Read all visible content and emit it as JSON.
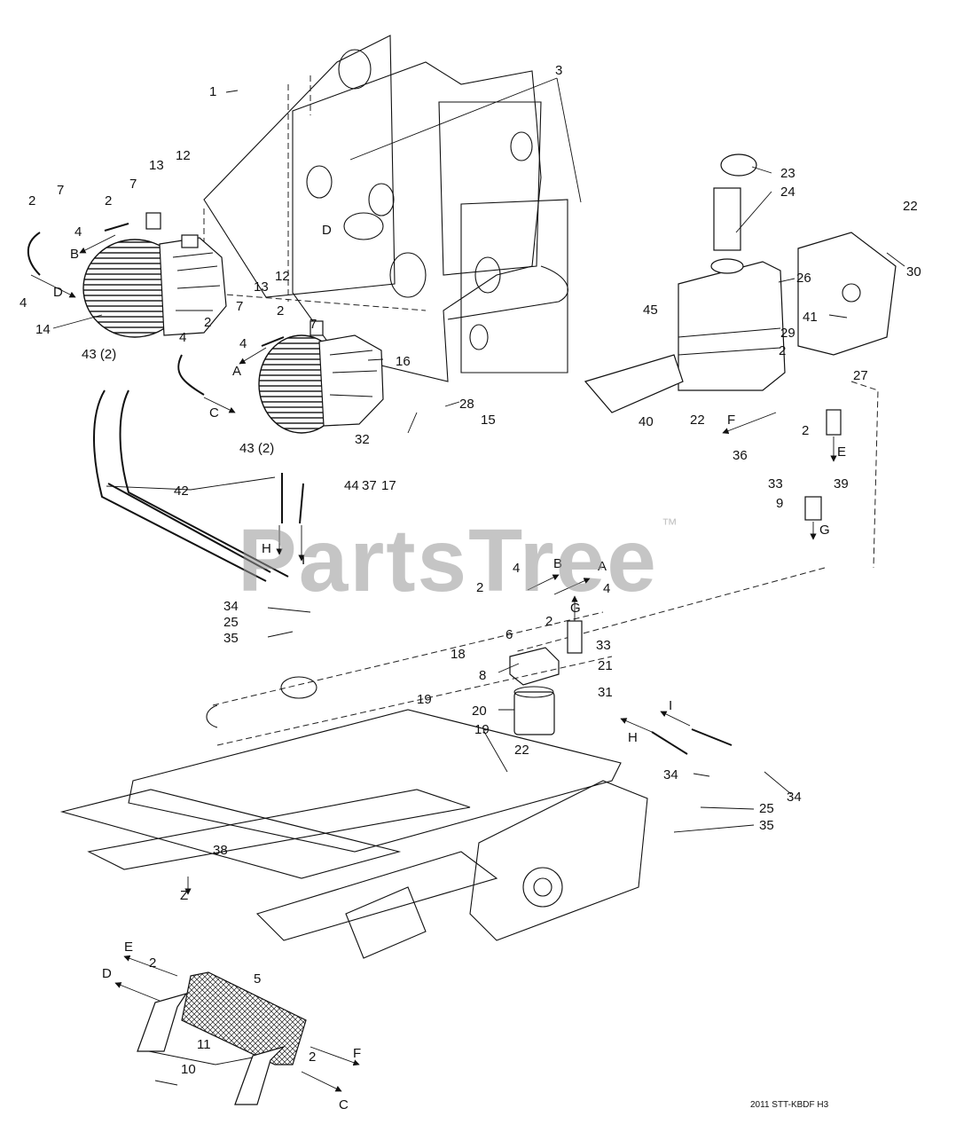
{
  "diagram": {
    "watermark": "PartsTree",
    "trademark": "™",
    "drawing_code": "2011 STT-KBDF H3",
    "callouts": [
      "1",
      "2",
      "3",
      "4",
      "5",
      "6",
      "7",
      "8",
      "9",
      "10",
      "11",
      "12",
      "13",
      "14",
      "15",
      "16",
      "17",
      "18",
      "19",
      "20",
      "21",
      "22",
      "23",
      "24",
      "25",
      "26",
      "27",
      "28",
      "29",
      "30",
      "31",
      "32",
      "33",
      "34",
      "35",
      "36",
      "37",
      "38",
      "39",
      "40",
      "41",
      "42",
      "43 (2)",
      "44",
      "45"
    ],
    "flow_letters": [
      "A",
      "B",
      "C",
      "D",
      "E",
      "F",
      "G",
      "H",
      "I",
      "Z"
    ]
  }
}
